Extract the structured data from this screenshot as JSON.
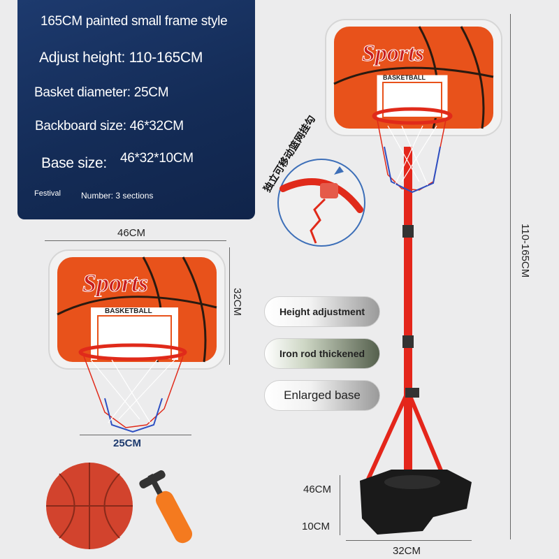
{
  "specs": {
    "line1": "165CM painted small frame style",
    "line2": "Adjust height: 110-165CM",
    "line3": "Basket diameter: 25CM",
    "line4": "Backboard size: 46*32CM",
    "line5_label": "Base size:",
    "line5_value": "46*32*10CM",
    "festival": "Festival",
    "sections": "Number: 3 sections"
  },
  "dimensions": {
    "backboard_width": "46CM",
    "backboard_height": "32CM",
    "basket_diameter": "25CM",
    "total_height": "110-165CM",
    "base_length": "46CM",
    "base_height": "10CM",
    "base_width": "32CM"
  },
  "features": {
    "height_adjustment": "Height adjustment",
    "iron_rod": "Iron rod thickened",
    "base": "Enlarged base"
  },
  "callout_text": "独立可移动篮网挂勾",
  "backboard_text": {
    "brand": "Sports",
    "label": "BASKETBALL"
  },
  "colors": {
    "panel": "#142c57",
    "backboard_orange": "#e8521b",
    "rim_red": "#e02a1a",
    "pump_orange": "#f47a1f",
    "base_black": "#1a1a1a"
  }
}
